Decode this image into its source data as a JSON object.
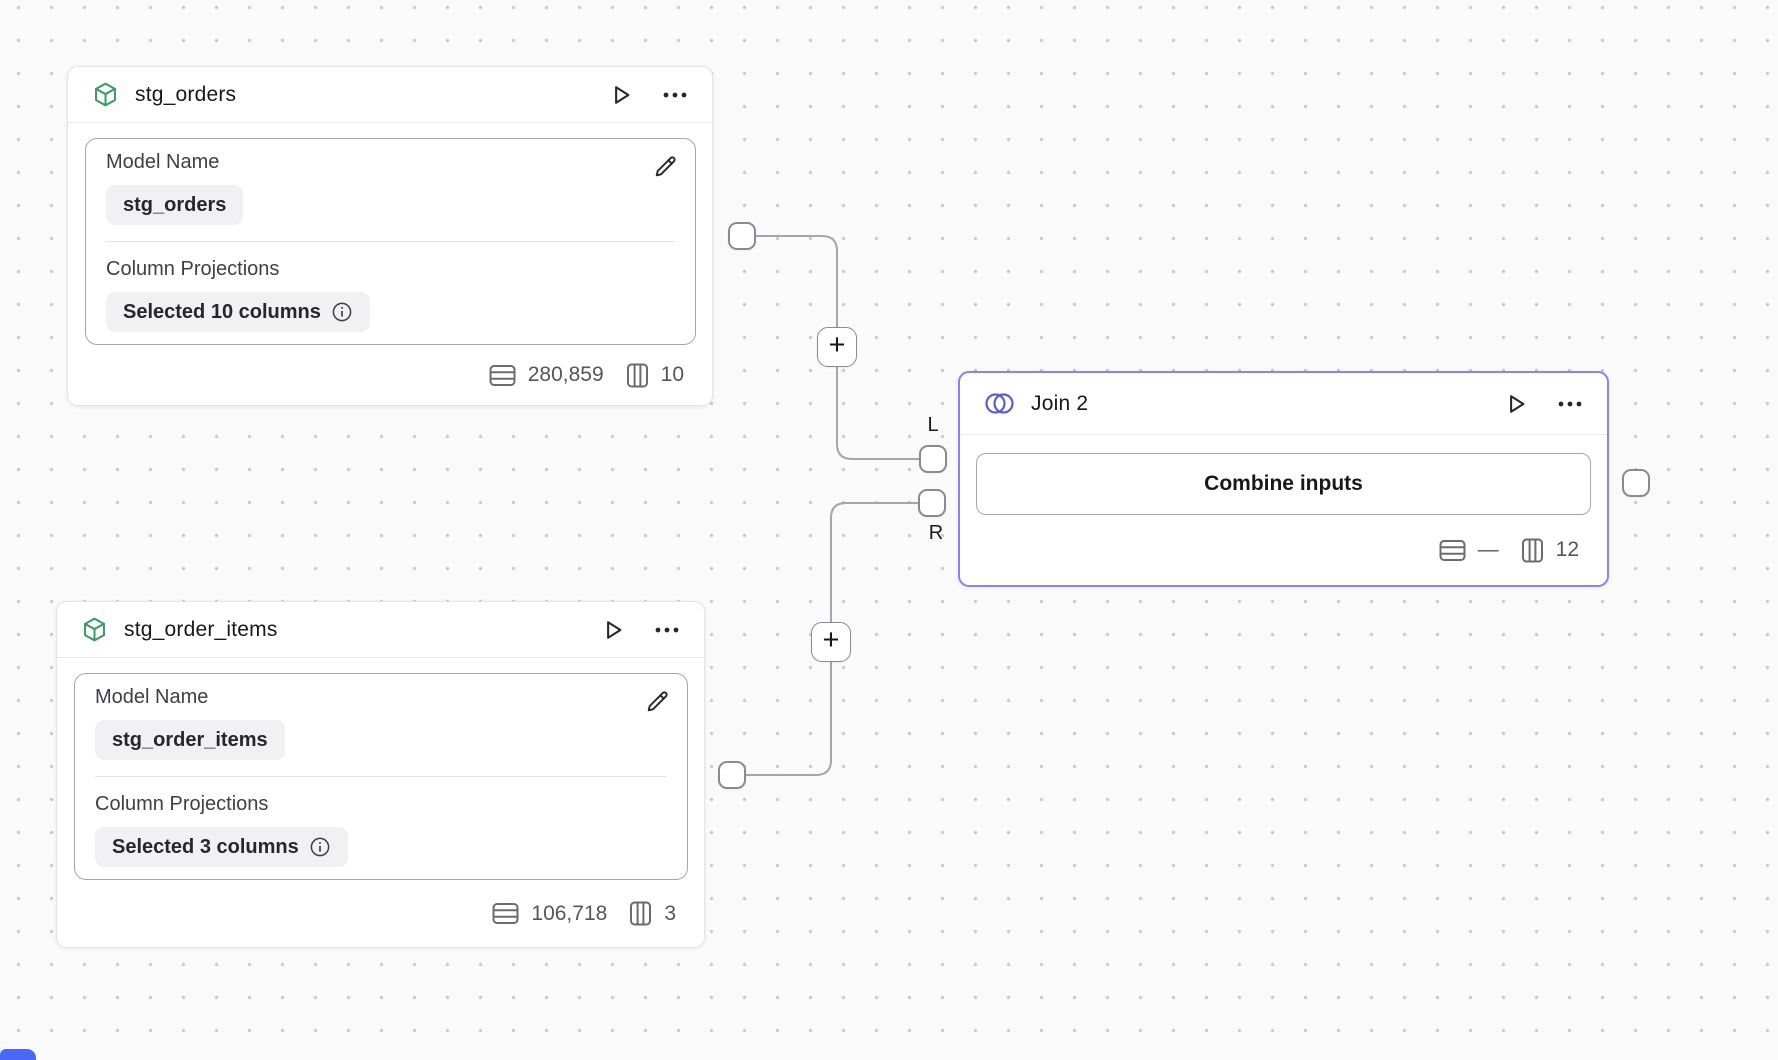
{
  "canvas": {
    "background": "#fafafa",
    "dot_color": "#cbcbcb"
  },
  "colors": {
    "node_border": "#e4e4e7",
    "selected_node_border": "#8b80f4",
    "model_icon_green": "#3d9a66",
    "join_icon_purple": "#5b5bd6",
    "edge_gray": "#a5a5aa",
    "corner_accent_blue": "#4a68f8"
  },
  "icons": {
    "model": "box-icon",
    "join": "venn-icon",
    "run": "play-icon",
    "menu": "ellipsis-icon",
    "edit": "pencil-icon",
    "info": "info-icon",
    "rows": "table-rows-icon",
    "columns": "table-columns-icon"
  },
  "nodes": {
    "stg_orders": {
      "title": "stg_orders",
      "model_name_label": "Model Name",
      "model_name_value": "stg_orders",
      "column_projections_label": "Column Projections",
      "column_projections_value": "Selected 10 columns",
      "row_count": "280,859",
      "column_count": "10"
    },
    "stg_order_items": {
      "title": "stg_order_items",
      "model_name_label": "Model Name",
      "model_name_value": "stg_order_items",
      "column_projections_label": "Column Projections",
      "column_projections_value": "Selected 3 columns",
      "row_count": "106,718",
      "column_count": "3"
    },
    "join2": {
      "title": "Join 2",
      "combine_button_label": "Combine inputs",
      "row_count": "—",
      "column_count": "12",
      "left_port_label": "L",
      "right_port_label": "R"
    }
  },
  "edges": {
    "add_button_glyph": "+"
  }
}
